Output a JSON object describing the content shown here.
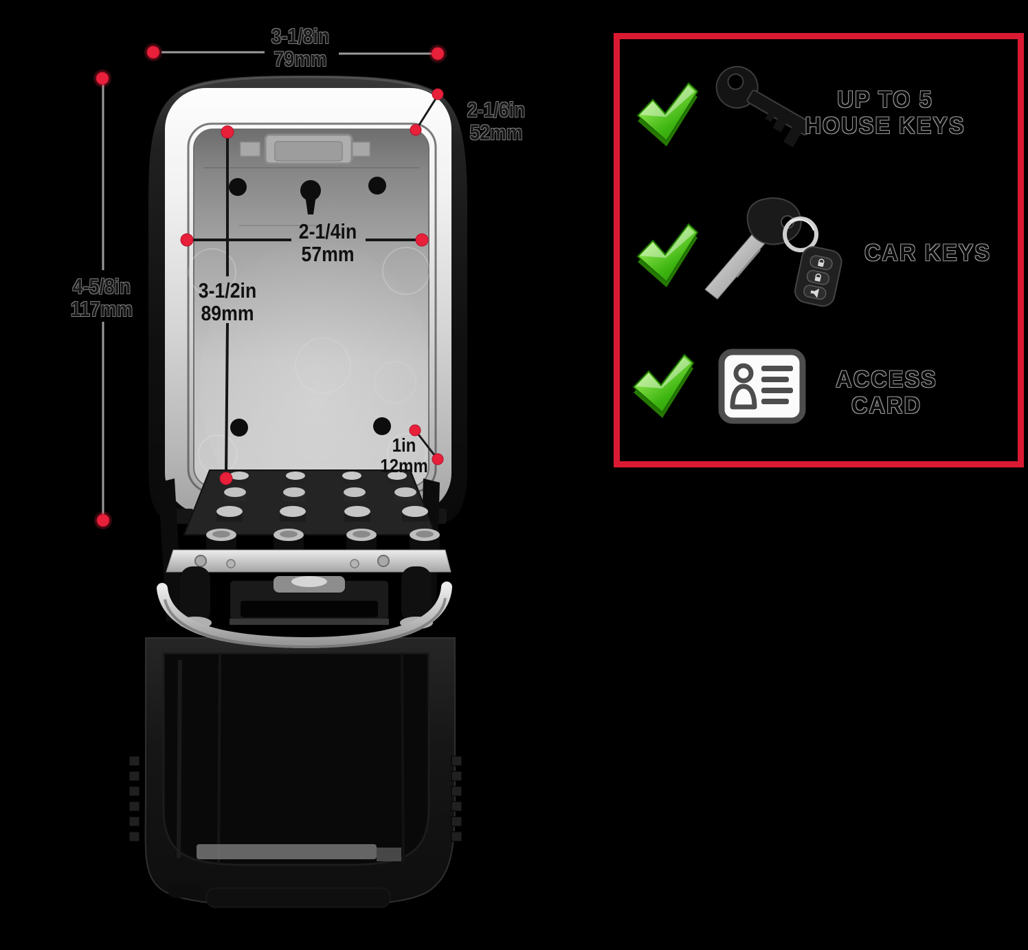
{
  "dimensions": {
    "outer_width": {
      "inches": "3-1/8in",
      "metric": "79mm"
    },
    "lid_width": {
      "inches": "2-1/6in",
      "metric": "52mm"
    },
    "outer_height": {
      "inches": "4-5/8in",
      "metric": "117mm"
    },
    "mount_width": {
      "inches": "2-1/4in",
      "metric": "57mm"
    },
    "mount_height": {
      "inches": "3-1/2in",
      "metric": "89mm"
    },
    "edge_depth": {
      "inches": "1in",
      "metric": "12mm"
    }
  },
  "features": {
    "items": [
      {
        "icon": "house-key-icon",
        "line1": "UP TO 5",
        "line2": "HOUSE KEYS"
      },
      {
        "icon": "car-keys-icon",
        "line1": "CAR KEYS",
        "line2": ""
      },
      {
        "icon": "access-card-icon",
        "line1": "ACCESS",
        "line2": "CARD"
      }
    ]
  },
  "colors": {
    "panel_border": "#da1a32",
    "marker_dot": "#e8203a",
    "check_green": "#46b517",
    "background": "#000000"
  }
}
